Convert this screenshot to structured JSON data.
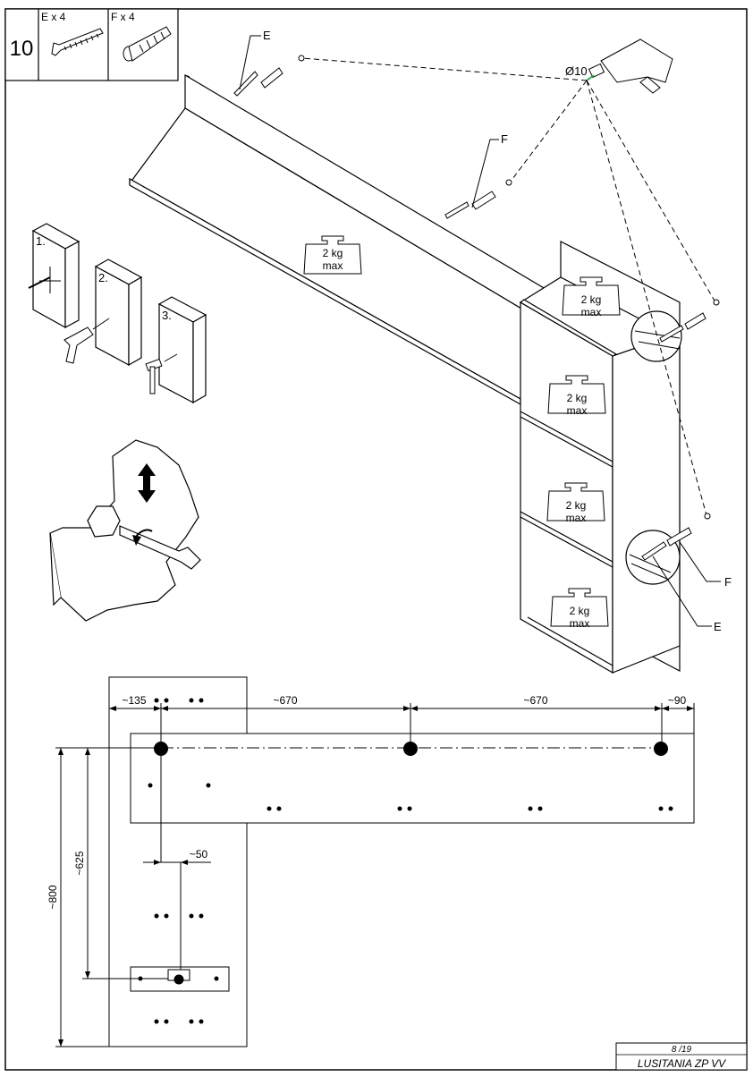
{
  "step": {
    "number": "10",
    "parts": [
      {
        "label": "E x 4",
        "icon": "screw-icon"
      },
      {
        "label": "F x 4",
        "icon": "wall-plug-icon"
      }
    ]
  },
  "callouts": {
    "e_top": "E",
    "f_mid": "F",
    "f_right": "F",
    "e_right": "E",
    "drill_bit": "Ø10"
  },
  "load_limit": {
    "line1": "2 kg",
    "line2": "max"
  },
  "install_steps": [
    "1.",
    "2.",
    "3."
  ],
  "dimensions": {
    "d135": "~135",
    "d670a": "~670",
    "d670b": "~670",
    "d90": "~90",
    "d50": "~50",
    "d625": "~625",
    "d800": "~800"
  },
  "footer": {
    "page": "8 /19",
    "product": "LUSITANIA ZP VV"
  },
  "colors": {
    "line": "#000000",
    "drill_tip": "#2fa84f",
    "panel_fill": "#ffffff"
  }
}
